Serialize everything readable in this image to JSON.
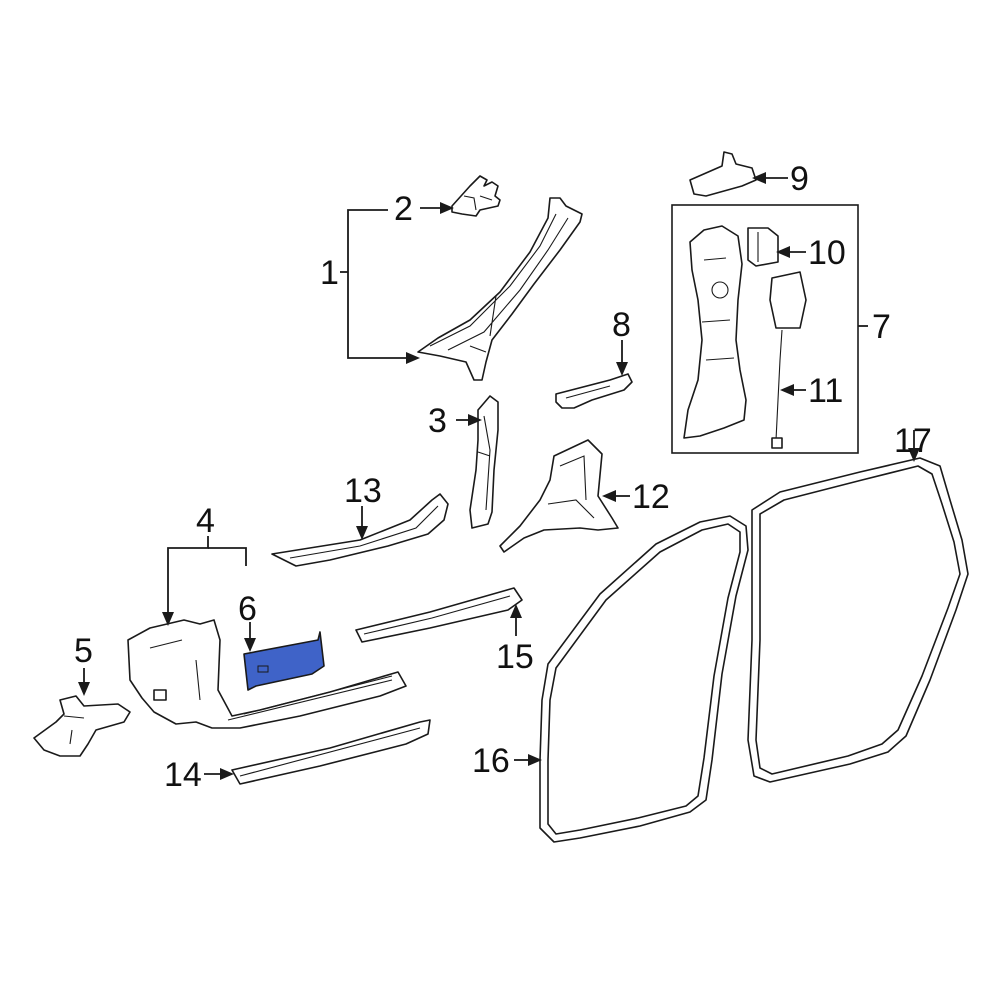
{
  "diagram": {
    "callouts": {
      "c1": "1",
      "c2": "2",
      "c3": "3",
      "c4": "4",
      "c5": "5",
      "c6": "6",
      "c7": "7",
      "c8": "8",
      "c9": "9",
      "c10": "10",
      "c11": "11",
      "c12": "12",
      "c13": "13",
      "c14": "14",
      "c15": "15",
      "c16": "16",
      "c17": "17"
    },
    "colors": {
      "highlight_part": "#3f63c8",
      "line": "#1a1a1a",
      "background": "#ffffff"
    },
    "highlighted_callout": "6"
  }
}
